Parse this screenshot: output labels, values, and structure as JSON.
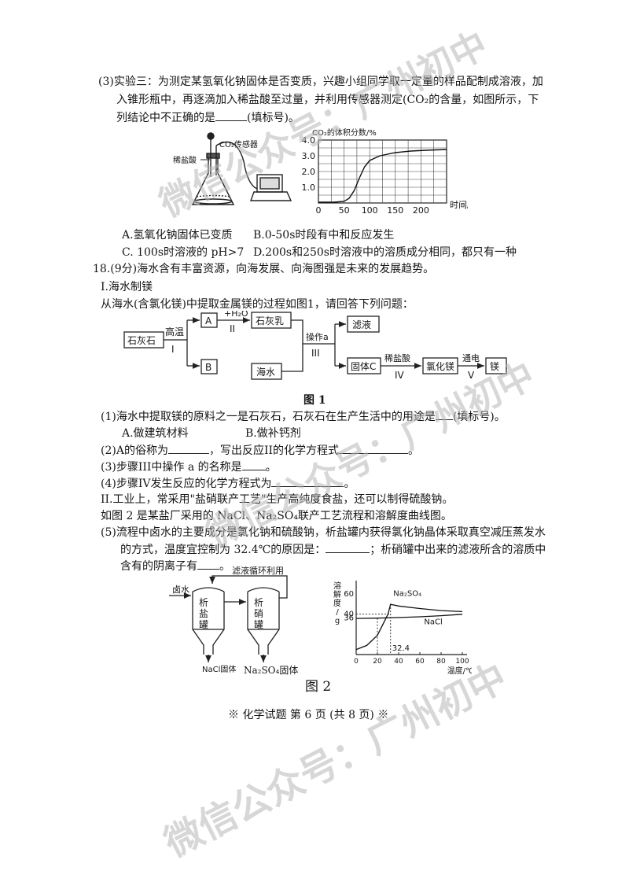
{
  "q3": {
    "line1": "(3)实验三：为测定某氢氧化钠固体是否变质，兴趣小组同学取一定量的样品配制成溶液，加",
    "line2": "入锥形瓶中，再逐滴加入稀盐酸至过量，并利用传感器测定(CO₂的含量，如图所示，下",
    "line3_pre": "列结论中不正确的是",
    "line3_post": "(填标号)。",
    "apparatus": {
      "sensor_label": "CO₂传感器",
      "acid_label": "稀盐酸"
    },
    "options": {
      "a": "A.氢氧化钠固体已变质",
      "b": "B.0-50s时段有中和反应发生",
      "c": "C. 100s时溶液的 pH>7",
      "d": "D.200s和250s时溶液中的溶质成分相同，都只有一种"
    }
  },
  "chart_data": [
    {
      "type": "line",
      "ylabel": "CO₂的体积分数/%",
      "xlabel": "时间/s",
      "xlim": [
        0,
        250
      ],
      "ylim": [
        0,
        4.0
      ],
      "x_ticks": [
        "0",
        "50",
        "100",
        "150",
        "200"
      ],
      "y_ticks": [
        "1.0",
        "2.0",
        "3.0",
        "4.0"
      ],
      "grid": true,
      "series": [
        {
          "x": [
            0,
            30,
            50,
            60,
            70,
            80,
            90,
            100,
            120,
            150,
            180,
            210,
            250
          ],
          "y": [
            0.05,
            0.05,
            0.1,
            0.3,
            0.8,
            1.6,
            2.3,
            2.7,
            3.0,
            3.2,
            3.3,
            3.35,
            3.4
          ]
        }
      ]
    },
    {
      "type": "line",
      "ylabel": "溶解度/g",
      "xlabel": "温度/℃",
      "xlim": [
        0,
        100
      ],
      "ylim": [
        0,
        70
      ],
      "x_ticks": [
        "0",
        "20",
        "40",
        "60",
        "80",
        "100"
      ],
      "y_ticks": [
        "36",
        "40",
        "60"
      ],
      "annotation": "32.4",
      "series": [
        {
          "name": "Na₂SO₄",
          "x": [
            0,
            10,
            20,
            30,
            32.4,
            40,
            60,
            80,
            100
          ],
          "y": [
            5,
            9,
            19,
            40,
            49.7,
            48,
            45.5,
            43.5,
            42.5
          ]
        },
        {
          "name": "NaCl",
          "x": [
            0,
            20,
            40,
            60,
            80,
            100
          ],
          "y": [
            35.7,
            36,
            36.6,
            37.3,
            38.4,
            39.8
          ]
        }
      ]
    }
  ],
  "q18": {
    "intro": "18.(9分)海水含有丰富资源，向海发展、向海图强是未来的发展趋势。",
    "section1": "I.海水制镁",
    "desc": "从海水(含氯化镁)中提取金属镁的过程如图1，请回答下列问题：",
    "flow": {
      "limestone": "石灰石",
      "cond1": "高温",
      "step1": "I",
      "A": "A",
      "B": "B",
      "water": "+H₂O",
      "step2": "II",
      "lime_milk": "石灰乳",
      "seawater": "海水",
      "op": "操作a",
      "step3": "III",
      "filtrate": "滤液",
      "solidC": "固体C",
      "acid": "稀盐酸",
      "step4": "IV",
      "mgcl2": "氯化镁",
      "elec": "通电",
      "step5": "V",
      "mg": "镁"
    },
    "fig1": "图 1",
    "p1": "(1)海水中提取镁的原料之一是石灰石，石灰石在生产生活中的用途是",
    "p1_post": "(填标号)。",
    "p1_a": "A.做建筑材料",
    "p1_b": "B.做补钙剂",
    "p2_a": "(2)A的俗称为",
    "p2_b": "，写出反应II的化学方程式",
    "p2_c": "。",
    "p3": "(3)步骤III中操作 a 的名称是",
    "p3_post": "。",
    "p4": "(4)步骤IV发生反应的化学方程式为",
    "p4_post": "。",
    "section2": "II.工业上，常采用\"盐硝联产工艺\"生产高纯度食盐，还可以制得硫酸钠。",
    "desc2": "如图 2 是某盐厂采用的 NaCl、Na₂SO₄联产工艺流程和溶解度曲线图。",
    "p5_1": "(5)流程中卤水的主要成分是氯化钠和硫酸钠，析盐罐内获得氯化钠晶体采取真空减压蒸发水",
    "p5_2a": "的方式，温度宜控制为 32.4℃的原因是：",
    "p5_2b": "；析硝罐中出来的滤液所含的溶质中",
    "p5_3": "含有的阴离子有",
    "p5_3post": "。",
    "plant": {
      "recycle": "滤液循环利用",
      "brine": "卤水",
      "tank1": "析盐罐",
      "tank2": "析硝罐",
      "nacl_solid": "NaCl固体",
      "na2so4_solid": "Na₂SO₄固体"
    },
    "fig2": "图 2"
  },
  "footer": "※ 化学试题 第 6 页 (共 8 页) ※",
  "watermark": "微信公众号：广州初中"
}
